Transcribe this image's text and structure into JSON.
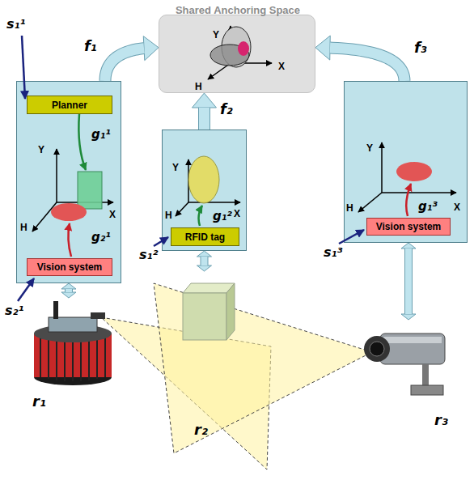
{
  "diagram": {
    "nodes": [
      {
        "text": [
          "Shared Anchoring Space",
          "Y",
          "H",
          "X"
        ]
      },
      {
        "text": [
          "Y",
          "H",
          "X",
          "g₁¹",
          "g₂¹"
        ]
      },
      {
        "text": [
          "Planner"
        ],
        "in": 1
      },
      {
        "text": [
          "Vision system"
        ],
        "in": 1
      },
      {
        "text": [
          "Y",
          "H",
          "X",
          "g₁²"
        ]
      },
      {
        "text": [
          "RFID tag"
        ],
        "in": 4
      },
      {
        "text": [
          "Y",
          "H",
          "X",
          "g₁³"
        ]
      },
      {
        "text": [
          "Vision system"
        ],
        "in": 6
      },
      {
        "text": [
          "r₁"
        ]
      },
      {
        "text": [
          "r₂"
        ]
      },
      {
        "text": [
          "r₃"
        ]
      }
    ],
    "edges": [
      {
        "from": 1,
        "to": 0,
        "arrow": "to",
        "label": "f₁"
      },
      {
        "from": 4,
        "to": 0,
        "arrow": "to",
        "label": "f₂"
      },
      {
        "from": 6,
        "to": 0,
        "arrow": "to",
        "label": "f₃"
      },
      {
        "from": 1,
        "to": 8,
        "arrow": "both"
      },
      {
        "from": 4,
        "to": 9,
        "arrow": "both"
      },
      {
        "from": 6,
        "to": 10,
        "arrow": "both"
      }
    ],
    "labels": [
      "s₁¹",
      "s₂¹",
      "s₁²",
      "s₁³"
    ]
  }
}
